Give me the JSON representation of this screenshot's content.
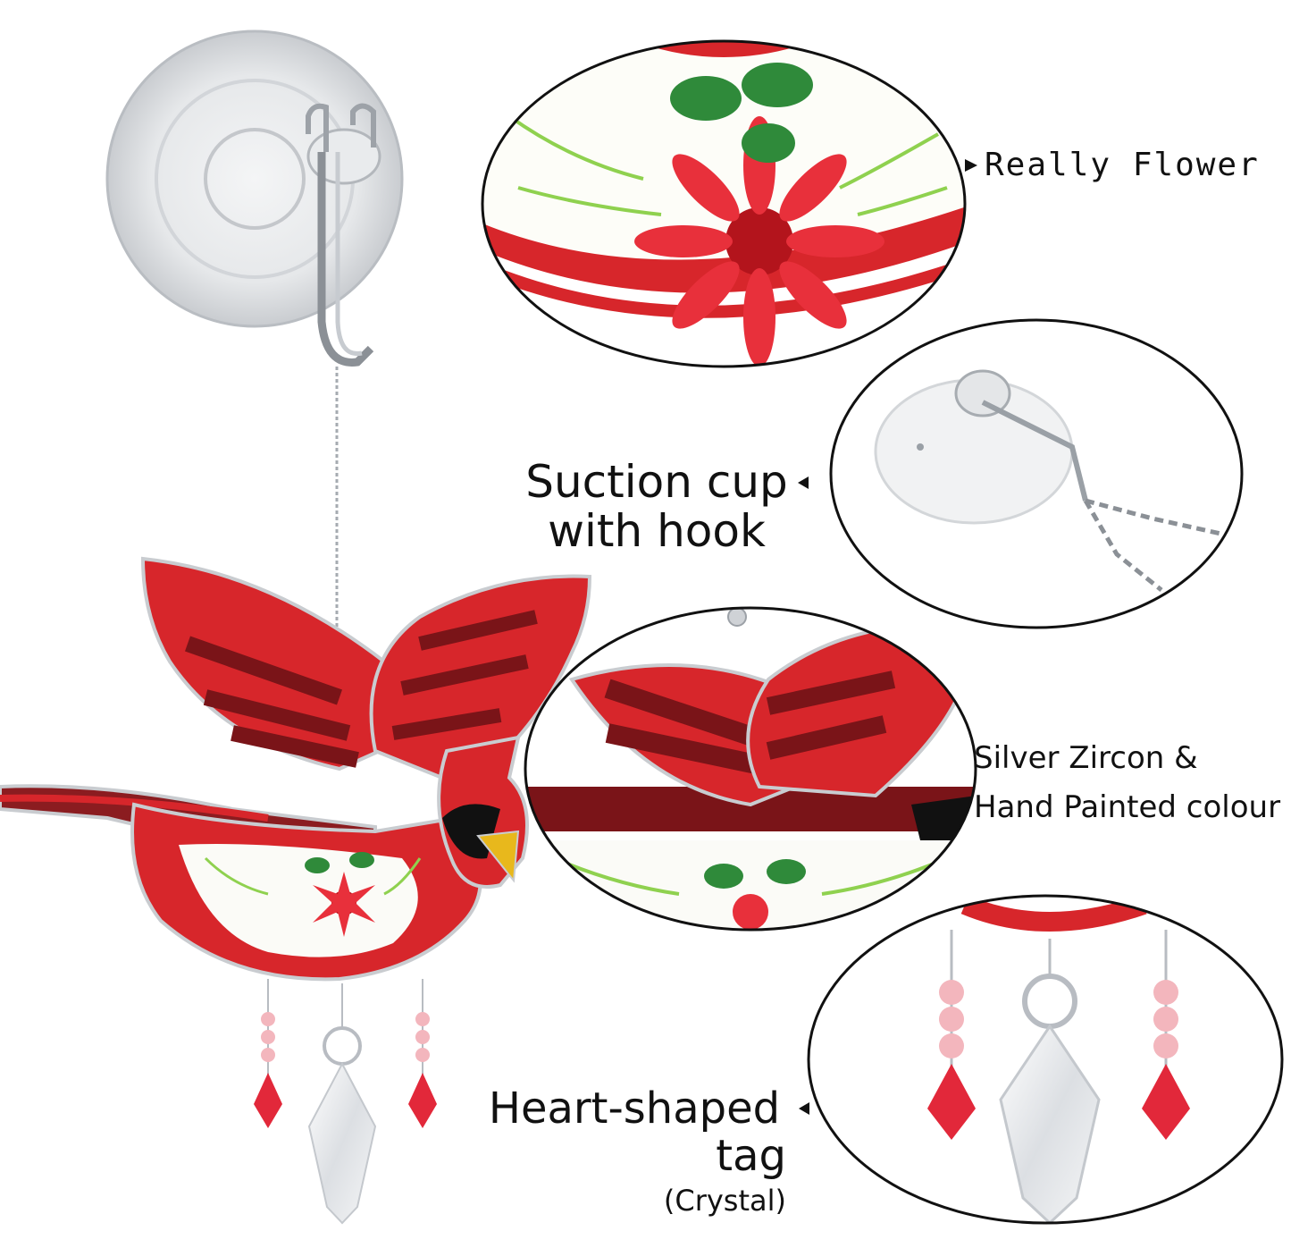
{
  "labels": {
    "flower": "Really Flower",
    "suction_line1": "Suction cup",
    "suction_line2": "with hook",
    "zircon_line1": "Silver Zircon &",
    "zircon_line2": "Hand Painted colour",
    "heart_line1": "Heart-shaped",
    "heart_line2": "tag",
    "heart_line3": "(Crystal)"
  },
  "colors": {
    "cardinal_red": "#d7262b",
    "dark_red": "#7a1418",
    "leaf_green": "#2f8a3a",
    "sprig_green": "#8fd14f",
    "beak_yellow": "#e8b81c",
    "silver": "#b8bcc2",
    "crystal_red": "#e2283a",
    "bead_pink": "#f3b6bd"
  }
}
